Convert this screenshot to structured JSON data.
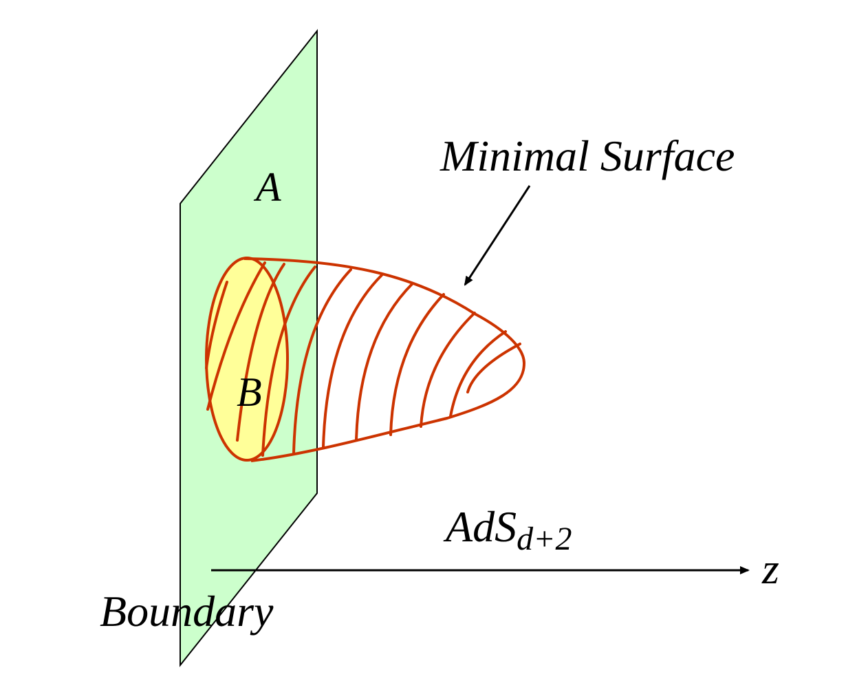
{
  "labels": {
    "region_a": "A",
    "region_b": "B",
    "minimal_surface": "Minimal Surface",
    "ads_main": "AdS",
    "ads_subscript": "d+2",
    "z_axis": "z",
    "boundary": "Boundary"
  },
  "colors": {
    "boundary_fill": "#ccffcc",
    "region_b_fill": "#ffff99",
    "surface_stroke": "#cc3300",
    "outline": "#000000",
    "background": "#ffffff"
  }
}
